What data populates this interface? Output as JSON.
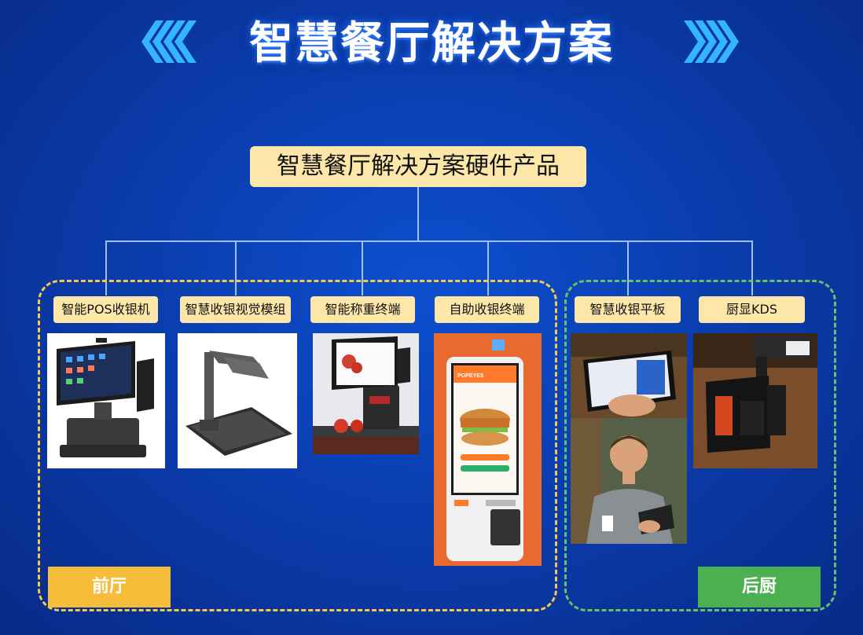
{
  "title": "智慧餐厅解决方案",
  "root": {
    "label": "智慧餐厅解决方案硬件产品"
  },
  "products": [
    {
      "label": "智能POS收银机",
      "image": "pos-terminal"
    },
    {
      "label": "智慧收银视觉模组",
      "image": "vision-module"
    },
    {
      "label": "智能称重终端",
      "image": "weighing-terminal"
    },
    {
      "label": "自助收银终端",
      "image": "self-checkout-kiosk"
    },
    {
      "label": "智慧收银平板",
      "image": "cashier-tablet"
    },
    {
      "label": "厨显KDS",
      "image": "kitchen-display"
    }
  ],
  "groups": {
    "front": {
      "label": "前厅",
      "color": "#f2c94c"
    },
    "back": {
      "label": "后厨",
      "color": "#6bbf67"
    }
  },
  "kiosk_screen_text": "POPEYES",
  "colors": {
    "node_fill": "#fde7a8",
    "background": "#0a3aa8",
    "connector": "#9fc0ff"
  }
}
